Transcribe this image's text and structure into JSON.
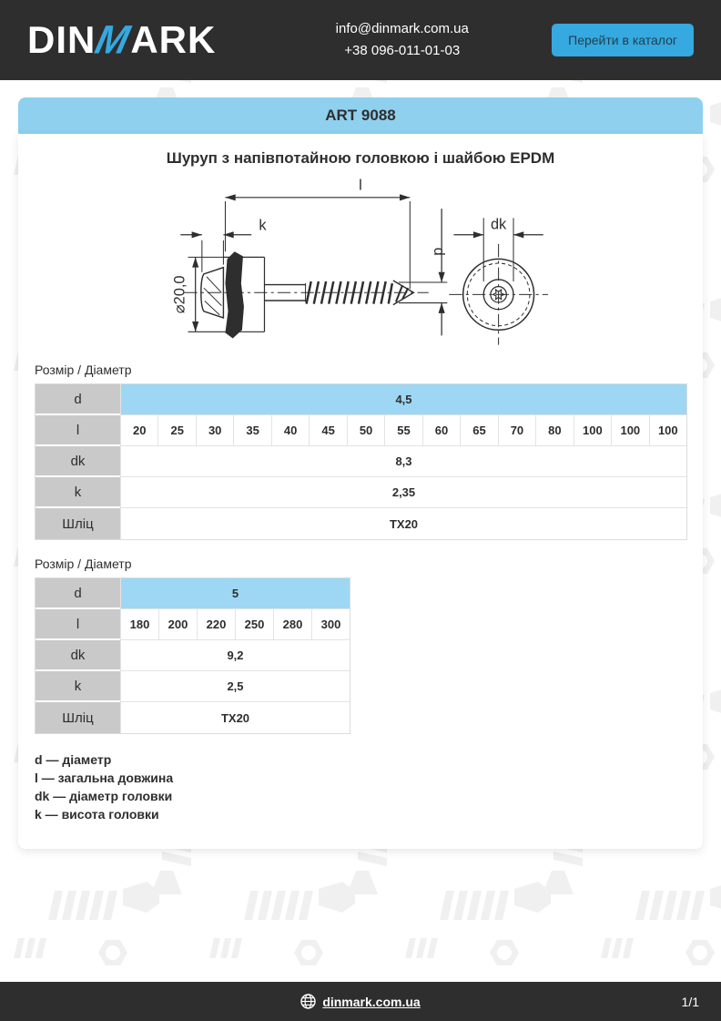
{
  "header": {
    "logo": {
      "part1": "DIN",
      "m": "M",
      "part2": "ARK"
    },
    "email": "info@dinmark.com.ua",
    "phone": "+38 096-011-01-03",
    "catalog_button": "Перейти в каталог"
  },
  "banner": {
    "art": "ART 9088"
  },
  "page_title": "Шуруп з напівпотайною головкою і шайбою EPDM",
  "drawing": {
    "labels": {
      "l": "l",
      "k": "k",
      "d": "d",
      "dk": "dk",
      "washer_diameter": "⌀20,0"
    }
  },
  "tables": [
    {
      "caption": "Розмір / Діаметр",
      "rows": [
        {
          "label": "d",
          "value": "4,5",
          "highlight": true
        },
        {
          "label": "l",
          "cells": [
            "20",
            "25",
            "30",
            "35",
            "40",
            "45",
            "50",
            "55",
            "60",
            "65",
            "70",
            "80",
            "100",
            "100",
            "100"
          ]
        },
        {
          "label": "dk",
          "value": "8,3"
        },
        {
          "label": "k",
          "value": "2,35"
        },
        {
          "label": "Шліц",
          "value": "TX20"
        }
      ]
    },
    {
      "caption": "Розмір / Діаметр",
      "rows": [
        {
          "label": "d",
          "value": "5",
          "highlight": true
        },
        {
          "label": "l",
          "cells": [
            "180",
            "200",
            "220",
            "250",
            "280",
            "300"
          ]
        },
        {
          "label": "dk",
          "value": "9,2"
        },
        {
          "label": "k",
          "value": "2,5"
        },
        {
          "label": "Шліц",
          "value": "TX20"
        }
      ]
    }
  ],
  "legend": [
    "d — діаметр",
    "l — загальна довжина",
    "dk — діаметр головки",
    "k — висота головки"
  ],
  "footer": {
    "site": "dinmark.com.ua",
    "page": "1/1"
  },
  "colors": {
    "accent_blue": "#35a9e0",
    "banner_blue": "#8fd0ee",
    "table_blue": "#9ed7f3",
    "header_dark": "#2e2e2e",
    "label_gray": "#c9c9c9"
  }
}
